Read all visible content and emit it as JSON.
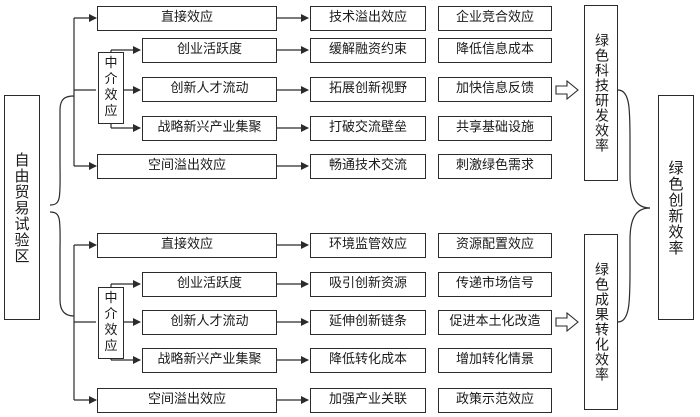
{
  "root": {
    "label": "自由贸易试验区"
  },
  "mediator_label_lines": [
    "中介",
    "效应"
  ],
  "top_group": {
    "outcome": "绿色科技研发效率",
    "effects": [
      {
        "name": "直接效应",
        "mechanism": "技术溢出效应",
        "result": "企业竞合效应"
      },
      {
        "name": "创业活跃度",
        "mechanism": "缓解融资约束",
        "result": "降低信息成本"
      },
      {
        "name": "创新人才流动",
        "mechanism": "拓展创新视野",
        "result": "加快信息反馈"
      },
      {
        "name": "战略新兴产业集聚",
        "mechanism": "打破交流壁垒",
        "result": "共享基础设施"
      },
      {
        "name": "空间溢出效应",
        "mechanism": "畅通技术交流",
        "result": "刺激绿色需求"
      }
    ]
  },
  "bottom_group": {
    "outcome": "绿色成果转化效率",
    "effects": [
      {
        "name": "直接效应",
        "mechanism": "环境监管效应",
        "result": "资源配置效应"
      },
      {
        "name": "创业活跃度",
        "mechanism": "吸引创新资源",
        "result": "传递市场信号"
      },
      {
        "name": "创新人才流动",
        "mechanism": "延伸创新链条",
        "result": "促进本土化改造"
      },
      {
        "name": "战略新兴产业集聚",
        "mechanism": "降低转化成本",
        "result": "增加转化情景"
      },
      {
        "name": "空间溢出效应",
        "mechanism": "加强产业关联",
        "result": "政策示范效应"
      }
    ]
  },
  "final_outcome": {
    "label": "绿色创新效率"
  }
}
